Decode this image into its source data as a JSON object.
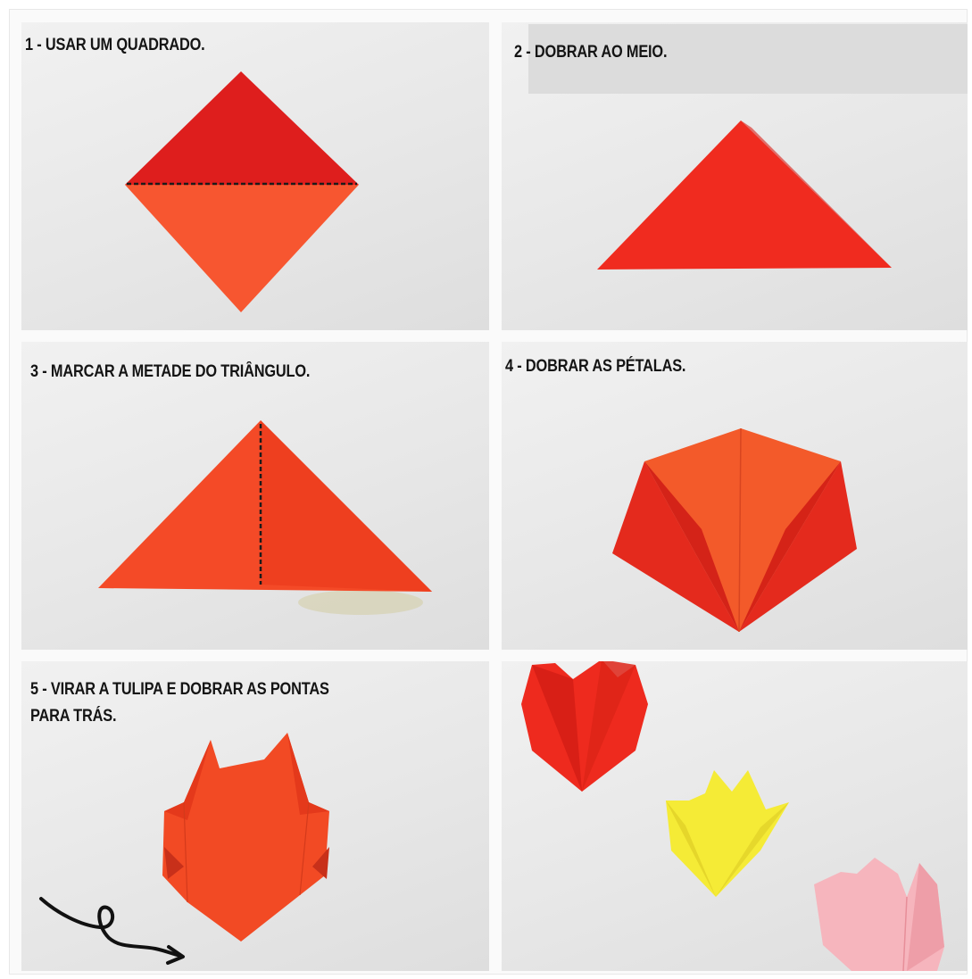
{
  "steps": [
    {
      "caption": "1 - USAR UM QUADRADO."
    },
    {
      "caption": "2 - DOBRAR AO MEIO."
    },
    {
      "caption": "3 - MARCAR A METADE DO TRIÂNGULO."
    },
    {
      "caption": "4 - DOBRAR AS PÉTALAS."
    },
    {
      "caption_line1": "5 - VIRAR A TULIPA E DOBRAR AS PONTAS",
      "caption_line2": "PARA TRÁS."
    }
  ],
  "colors": {
    "paper_red": "#e82619",
    "paper_orange": "#f5542a",
    "paper_yellow": "#f6ee3a",
    "paper_pink": "#f6b3bb",
    "caption_text": "#141414"
  },
  "icons": [
    "curved-arrow-icon"
  ]
}
